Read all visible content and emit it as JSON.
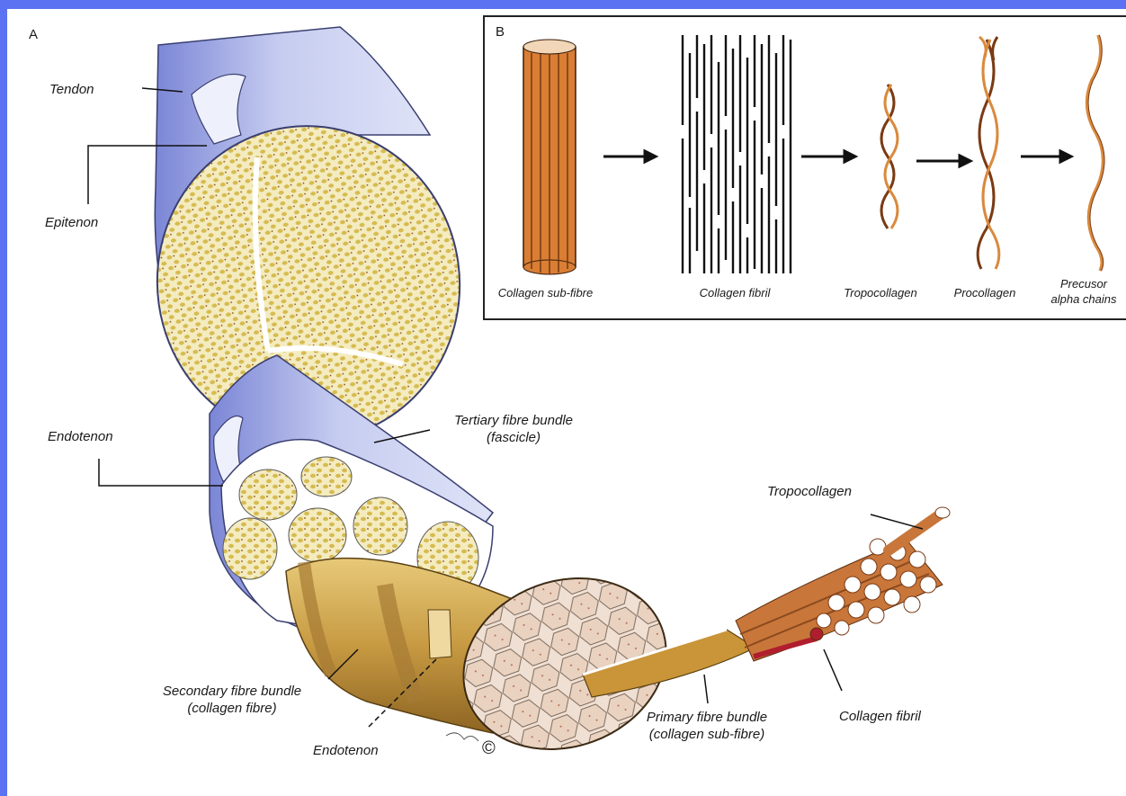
{
  "panels": {
    "a": "A",
    "b": "B"
  },
  "labels": {
    "tendon": "Tendon",
    "epitenon": "Epitenon",
    "endotenon_top": "Endotenon",
    "tertiary_l1": "Tertiary fibre bundle",
    "tertiary_l2": "(fascicle)",
    "tropocollagen": "Tropocollagen",
    "secondary_l1": "Secondary fibre bundle",
    "secondary_l2": "(collagen fibre)",
    "endotenon_bottom": "Endotenon",
    "primary_l1": "Primary fibre bundle",
    "primary_l2": "(collagen sub-fibre)",
    "collagen_fibril": "Collagen fibril",
    "copyright": "©"
  },
  "inset": {
    "stages": [
      {
        "label": "Collagen sub-fibre"
      },
      {
        "label": "Collagen fibril"
      },
      {
        "label": "Tropocollagen"
      },
      {
        "label": "Procollagen"
      },
      {
        "label_l1": "Precusor",
        "label_l2": "alpha chains"
      }
    ]
  },
  "colors": {
    "border": "#5b72f2",
    "sheath": "#aeb6e6",
    "fascicle_fill": "#f2e4a0",
    "fibre_gold": "#c9a04a",
    "collagen_orange": "#d98a3d",
    "fibril_dark": "#9a4b1f"
  }
}
